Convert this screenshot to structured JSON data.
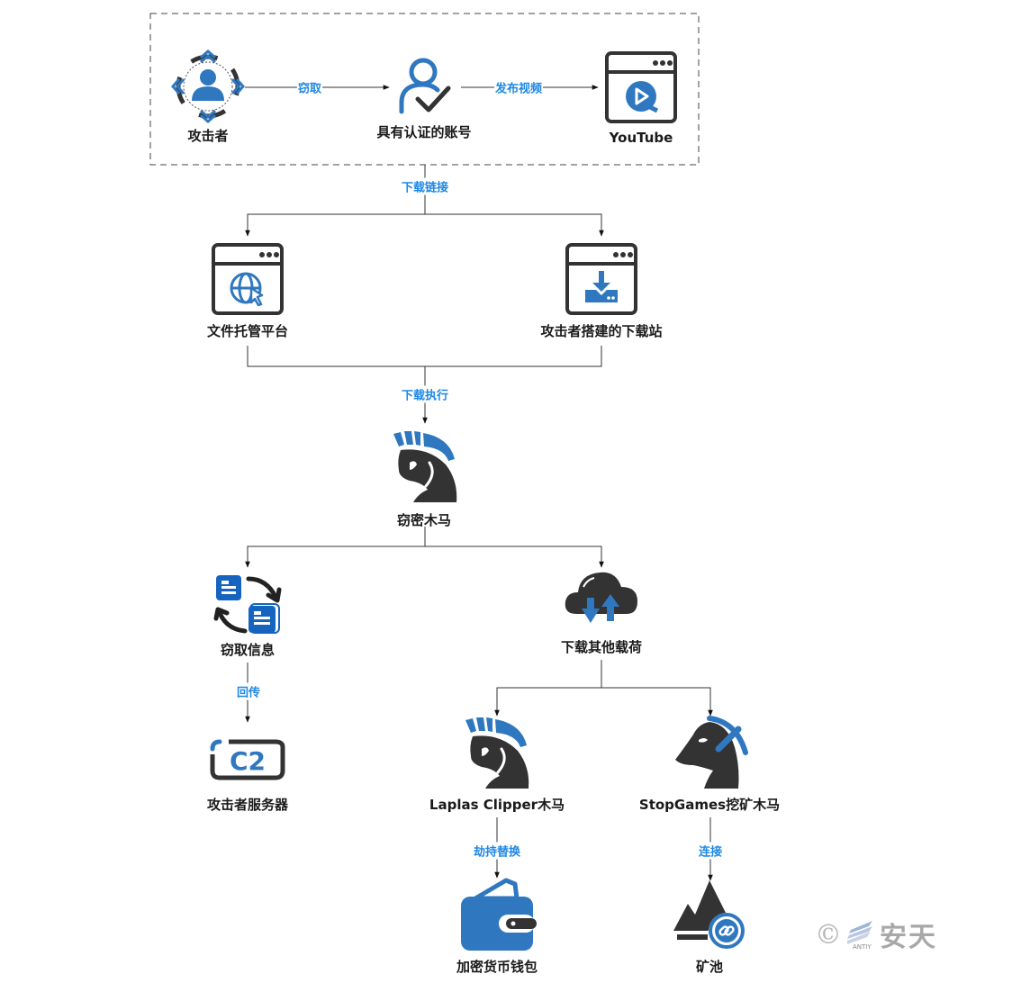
{
  "nodes": {
    "attacker": "攻击者",
    "account": "具有认证的账号",
    "youtube": "YouTube",
    "file_host": "文件托管平台",
    "download_site": "攻击者搭建的下载站",
    "stealer": "窃密木马",
    "steal_info": "窃取信息",
    "download_payload": "下载其他载荷",
    "c2_server": "攻击者服务器",
    "laplas": "Laplas Clipper木马",
    "stopgames": "StopGames挖矿木马",
    "wallet": "加密货币钱包",
    "pool": "矿池"
  },
  "edges": {
    "steal": "窃取",
    "publish": "发布视频",
    "download_link": "下载链接",
    "download_exec": "下载执行",
    "upload": "回传",
    "hijack": "劫持替换",
    "connect": "连接"
  },
  "watermark": {
    "symbol": "©",
    "brand_cn": "安天",
    "brand_en": "ANTIY"
  },
  "colors": {
    "accent_blue": "#2f78c0",
    "label_blue": "#1e88e5",
    "icon_dark": "#333333",
    "line": "#333333"
  }
}
